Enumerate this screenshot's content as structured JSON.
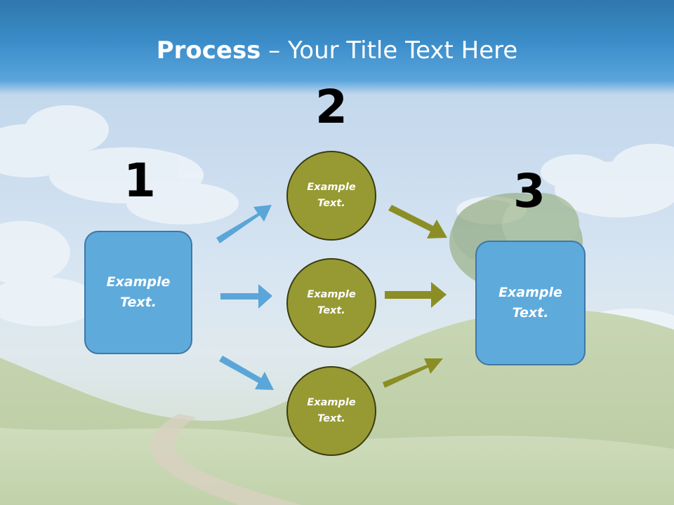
{
  "slide": {
    "title_bold": "Process",
    "title_rest": " – Your Title Text Here"
  },
  "steps": {
    "step1": {
      "number": "1",
      "text": "Example Text."
    },
    "step2": {
      "number": "2",
      "items": [
        "Example Text.",
        "Example Text.",
        "Example Text."
      ]
    },
    "step3": {
      "number": "3",
      "text": "Example Text."
    }
  },
  "colors": {
    "box_fill": "#5eaadb",
    "box_border": "#3f77a6",
    "circle_fill": "#979a33",
    "circle_border": "#3a3c10",
    "arrow_blue": "#5aa6d8",
    "arrow_olive": "#8b8e25",
    "title_band": "#3b8dc9"
  }
}
